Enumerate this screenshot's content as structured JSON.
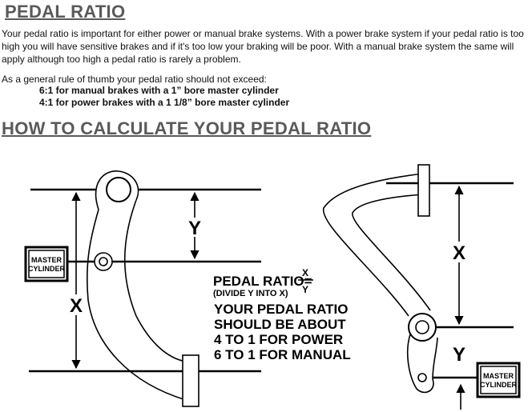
{
  "header": {
    "title": "PEDAL RATIO"
  },
  "intro": "Your pedal ratio is important for either power or manual brake systems. With a power brake system if your pedal ratio is too high you will have sensitive brakes and if it's too low your braking will be poor. With a manual brake system the same will apply although too high a pedal ratio is rarely a problem.",
  "rule_intro": "As a general rule of thumb your pedal ratio should not exceed:",
  "ratios": [
    "6:1 for manual brakes with a 1” bore master cylinder",
    "4:1 for power brakes with a 1 1/8” bore master cylinder"
  ],
  "section": {
    "title": "HOW TO CALCULATE YOUR PEDAL RATIO"
  },
  "diagram": {
    "left": {
      "master_cylinder": [
        "MASTER",
        "CYLINDER"
      ],
      "label_x": "X",
      "label_y": "Y"
    },
    "right": {
      "master_cylinder": [
        "MASTER",
        "CYLINDER"
      ],
      "label_x": "X",
      "label_y": "Y"
    },
    "formula": {
      "label": "PEDAL RATIO=",
      "numerator": "X",
      "denominator": "Y",
      "note": "(DIVIDE Y INTO X)"
    },
    "recommendation": [
      "YOUR PEDAL RATIO",
      "SHOULD BE ABOUT",
      "4 TO 1 FOR POWER",
      "6 TO 1 FOR MANUAL"
    ]
  }
}
